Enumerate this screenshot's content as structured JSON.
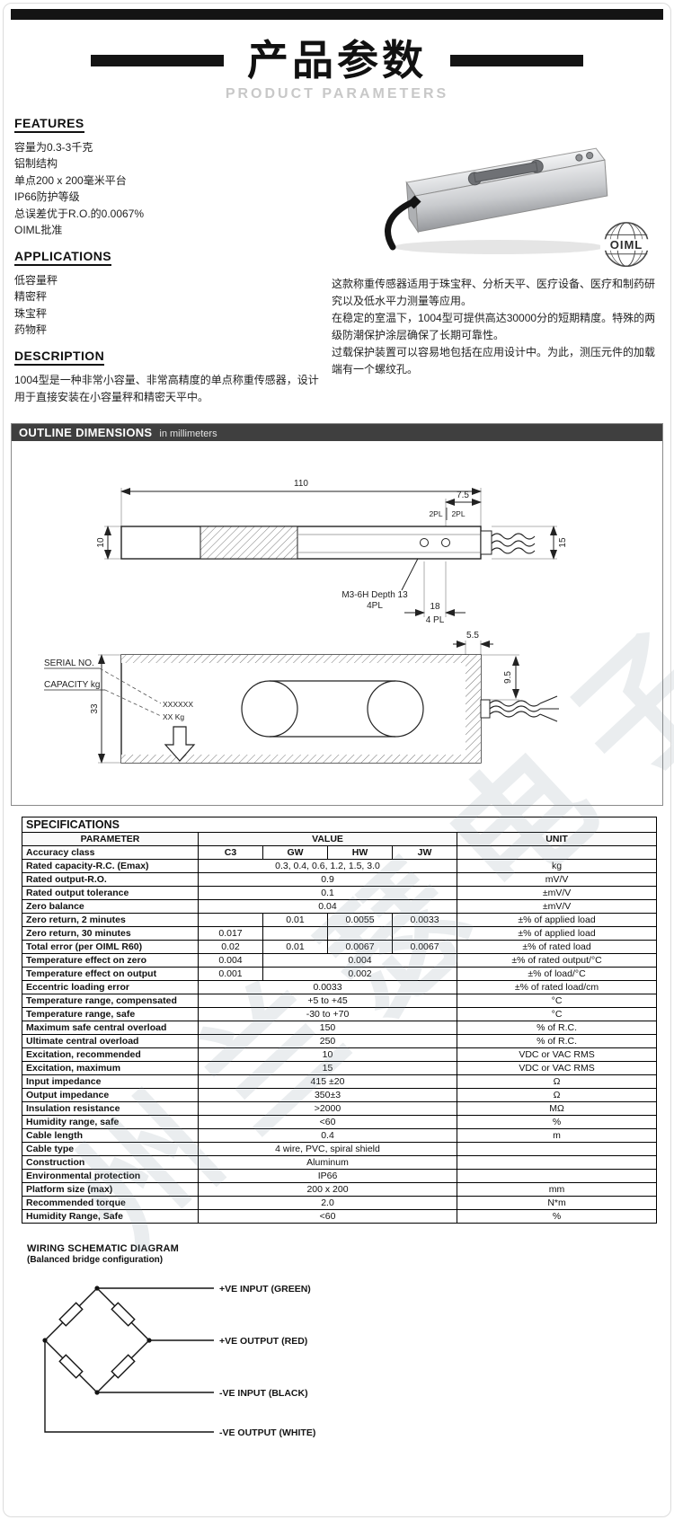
{
  "colors": {
    "top_bar": "#141414",
    "outline_header_bar": "#3f3f3f",
    "subtitle_gray": "#c8c8c8",
    "watermark": "#7d8c9b",
    "table_border": "#000000"
  },
  "header": {
    "title": "产品参数",
    "subtitle": "PRODUCT PARAMETERS"
  },
  "features": {
    "heading": "FEATURES",
    "items": [
      "容量为0.3-3千克",
      "铝制结构",
      "单点200 x 200毫米平台",
      "IP66防护等级",
      "总误差优于R.O.的0.0067%",
      "OIML批准"
    ]
  },
  "applications": {
    "heading": "APPLICATIONS",
    "items": [
      "低容量秤",
      "精密秤",
      "珠宝秤",
      "药物秤"
    ]
  },
  "intro": {
    "text": "这款称重传感器适用于珠宝秤、分析天平、医疗设备、医疗和制药研究以及低水平力测量等应用。\n在稳定的室温下，1004型可提供高达30000分的短期精度。特殊的两级防潮保护涂层确保了长期可靠性。\n过载保护装置可以容易地包括在应用设计中。为此，测压元件的加载端有一个螺纹孔。"
  },
  "description": {
    "heading": "DESCRIPTION",
    "text": "1004型是一种非常小容量、非常高精度的单点称重传感器，设计用于直接安装在小容量秤和精密天平中。"
  },
  "oiml_logo": {
    "text": "OIML"
  },
  "outline": {
    "heading": "OUTLINE DIMENSIONS",
    "heading_sub": "in millimeters",
    "dims": {
      "total_length": "110",
      "end_offset": "7.5",
      "pl2a": "2PL",
      "pl2b": "2PL",
      "right_height": "15",
      "thickness": "10",
      "thread_spec": "M3-6H Depth 13",
      "thread_pl": "4PL",
      "hole_spacing": "18",
      "hole_pl": "4 PL",
      "cable_offset_top": "5.5",
      "cable_offset_side": "9.5",
      "width": "33",
      "serial_label": "SERIAL NO.",
      "capacity_label": "CAPACITY kg",
      "serial_value": "XXXXXX",
      "capacity_value": "XX Kg"
    }
  },
  "specifications": {
    "title": "SPECIFICATIONS",
    "header": {
      "parameter": "PARAMETER",
      "value": "VALUE",
      "unit": "UNIT"
    },
    "rows": [
      {
        "p": "Accuracy class",
        "hdr": true,
        "v": [
          {
            "t": "C3",
            "s": 1
          },
          {
            "t": "GW",
            "s": 1
          },
          {
            "t": "HW",
            "s": 1
          },
          {
            "t": "JW",
            "s": 1
          }
        ],
        "u": ""
      },
      {
        "p": "Rated capacity-R.C. (Emax)",
        "v": [
          {
            "t": "0.3, 0.4, 0.6, 1.2, 1.5, 3.0",
            "s": 4
          }
        ],
        "u": "kg"
      },
      {
        "p": "Rated output-R.O.",
        "v": [
          {
            "t": "0.9",
            "s": 4
          }
        ],
        "u": "mV/V"
      },
      {
        "p": "Rated output tolerance",
        "v": [
          {
            "t": "0.1",
            "s": 4
          }
        ],
        "u": "±mV/V"
      },
      {
        "p": "Zero balance",
        "v": [
          {
            "t": "0.04",
            "s": 4
          }
        ],
        "u": "±mV/V"
      },
      {
        "p": "Zero return, 2 minutes",
        "v": [
          {
            "t": "",
            "s": 1
          },
          {
            "t": "0.01",
            "s": 1
          },
          {
            "t": "0.0055",
            "s": 1
          },
          {
            "t": "0.0033",
            "s": 1
          }
        ],
        "u": "±% of applied load"
      },
      {
        "p": "Zero return, 30 minutes",
        "v": [
          {
            "t": "0.017",
            "s": 1
          },
          {
            "t": "",
            "s": 1
          },
          {
            "t": "",
            "s": 1
          },
          {
            "t": "",
            "s": 1
          }
        ],
        "u": "±% of applied load"
      },
      {
        "p": "Total error (per OIML R60)",
        "v": [
          {
            "t": "0.02",
            "s": 1
          },
          {
            "t": "0.01",
            "s": 1
          },
          {
            "t": "0.0067",
            "s": 1
          },
          {
            "t": "0.0067",
            "s": 1
          }
        ],
        "u": "±% of rated load"
      },
      {
        "p": "Temperature effect on zero",
        "v": [
          {
            "t": "0.004",
            "s": 1
          },
          {
            "t": "0.004",
            "s": 3
          }
        ],
        "u": "±% of rated output/°C"
      },
      {
        "p": "Temperature effect on output",
        "v": [
          {
            "t": "0.001",
            "s": 1
          },
          {
            "t": "0.002",
            "s": 3
          }
        ],
        "u": "±% of load/°C"
      },
      {
        "p": "Eccentric loading error",
        "v": [
          {
            "t": "0.0033",
            "s": 4
          }
        ],
        "u": "±% of rated load/cm"
      },
      {
        "p": "Temperature range, compensated",
        "v": [
          {
            "t": "+5 to +45",
            "s": 4
          }
        ],
        "u": "°C"
      },
      {
        "p": "Temperature range, safe",
        "v": [
          {
            "t": "-30 to +70",
            "s": 4
          }
        ],
        "u": "°C"
      },
      {
        "p": "Maximum safe central overload",
        "v": [
          {
            "t": "150",
            "s": 4
          }
        ],
        "u": "% of R.C."
      },
      {
        "p": "Ultimate central overload",
        "v": [
          {
            "t": "250",
            "s": 4
          }
        ],
        "u": "% of R.C."
      },
      {
        "p": "Excitation, recommended",
        "v": [
          {
            "t": "10",
            "s": 4
          }
        ],
        "u": "VDC or VAC RMS"
      },
      {
        "p": "Excitation, maximum",
        "v": [
          {
            "t": "15",
            "s": 4
          }
        ],
        "u": "VDC or VAC RMS"
      },
      {
        "p": "Input impedance",
        "v": [
          {
            "t": "415 ±20",
            "s": 4
          }
        ],
        "u": "Ω"
      },
      {
        "p": "Output impedance",
        "v": [
          {
            "t": "350±3",
            "s": 4
          }
        ],
        "u": "Ω"
      },
      {
        "p": "Insulation resistance",
        "v": [
          {
            "t": ">2000",
            "s": 4
          }
        ],
        "u": "MΩ"
      },
      {
        "p": "Humidity range, safe",
        "v": [
          {
            "t": "<60",
            "s": 4
          }
        ],
        "u": "%"
      },
      {
        "p": "Cable length",
        "v": [
          {
            "t": "0.4",
            "s": 4
          }
        ],
        "u": "m"
      },
      {
        "p": "Cable type",
        "v": [
          {
            "t": "4 wire, PVC, spiral shield",
            "s": 4
          }
        ],
        "u": ""
      },
      {
        "p": "Construction",
        "v": [
          {
            "t": "Aluminum",
            "s": 4
          }
        ],
        "u": ""
      },
      {
        "p": "Environmental protection",
        "v": [
          {
            "t": "IP66",
            "s": 4
          }
        ],
        "u": ""
      },
      {
        "p": "Platform size (max)",
        "v": [
          {
            "t": "200 x 200",
            "s": 4
          }
        ],
        "u": "mm"
      },
      {
        "p": "Recommended torque",
        "v": [
          {
            "t": "2.0",
            "s": 4
          }
        ],
        "u": "N*m"
      },
      {
        "p": "Humidity Range, Safe",
        "v": [
          {
            "t": "<60",
            "s": 4
          }
        ],
        "u": "%"
      }
    ]
  },
  "wiring": {
    "heading": "WIRING SCHEMATIC DIAGRAM",
    "subheading": "(Balanced bridge configuration)",
    "labels": [
      "+VE INPUT (GREEN)",
      "+VE OUTPUT (RED)",
      "-VE INPUT (BLACK)",
      "-VE OUTPUT (WHITE)"
    ]
  },
  "watermark": {
    "text": "州兰瑟电子"
  }
}
